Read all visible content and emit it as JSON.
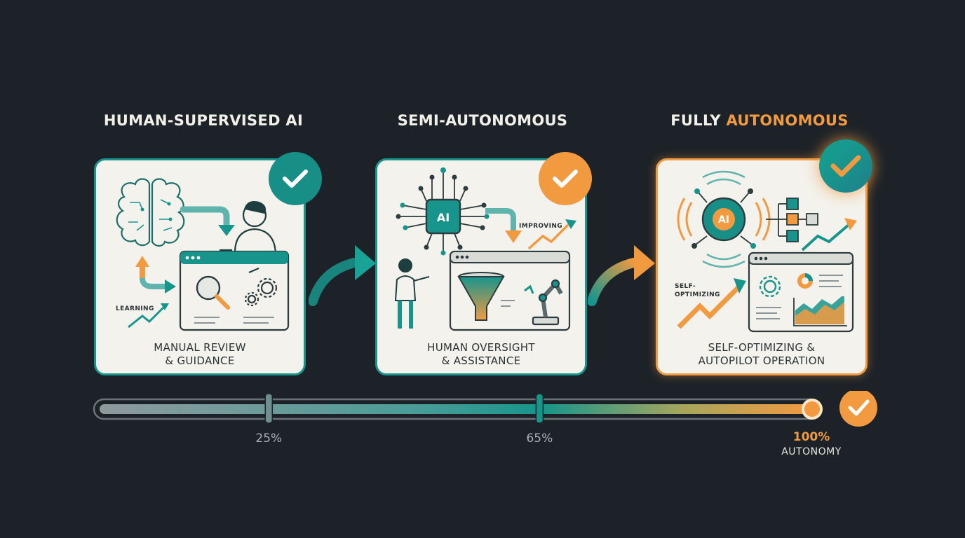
{
  "stages": [
    {
      "title": "HUMAN-SUPERVISED AI",
      "caption_line1": "MANUAL REVIEW",
      "caption_line2": "& GUIDANCE",
      "inner_label": "LEARNING",
      "badge_color": "#178f87"
    },
    {
      "title": "SEMI-AUTONOMOUS",
      "caption_line1": "HUMAN OVERSIGHT",
      "caption_line2": "& ASSISTANCE",
      "inner_label": "IMPROVING",
      "chip_label": "AI",
      "badge_color": "#f29a40"
    },
    {
      "title_part1": "FULLY ",
      "title_part2": "AUTONOMOUS",
      "caption_line1": "SELF-OPTIMIZING &",
      "caption_line2": "AUTOPILOT OPERATION",
      "inner_label_line1": "SELF-",
      "inner_label_line2": "OPTIMIZING",
      "chip_label": "AI",
      "badge_color": "#179a8e"
    }
  ],
  "progress": {
    "value": 1.0,
    "markers": [
      {
        "value": 0.25,
        "label": "25%"
      },
      {
        "value": 0.65,
        "label": "65%"
      }
    ],
    "end_label": "100%",
    "end_caption": "AUTONOMY"
  },
  "colors": {
    "teal": "#17958c",
    "orange": "#f29a40",
    "background": "#1c2228",
    "card": "#f3f2ec"
  }
}
